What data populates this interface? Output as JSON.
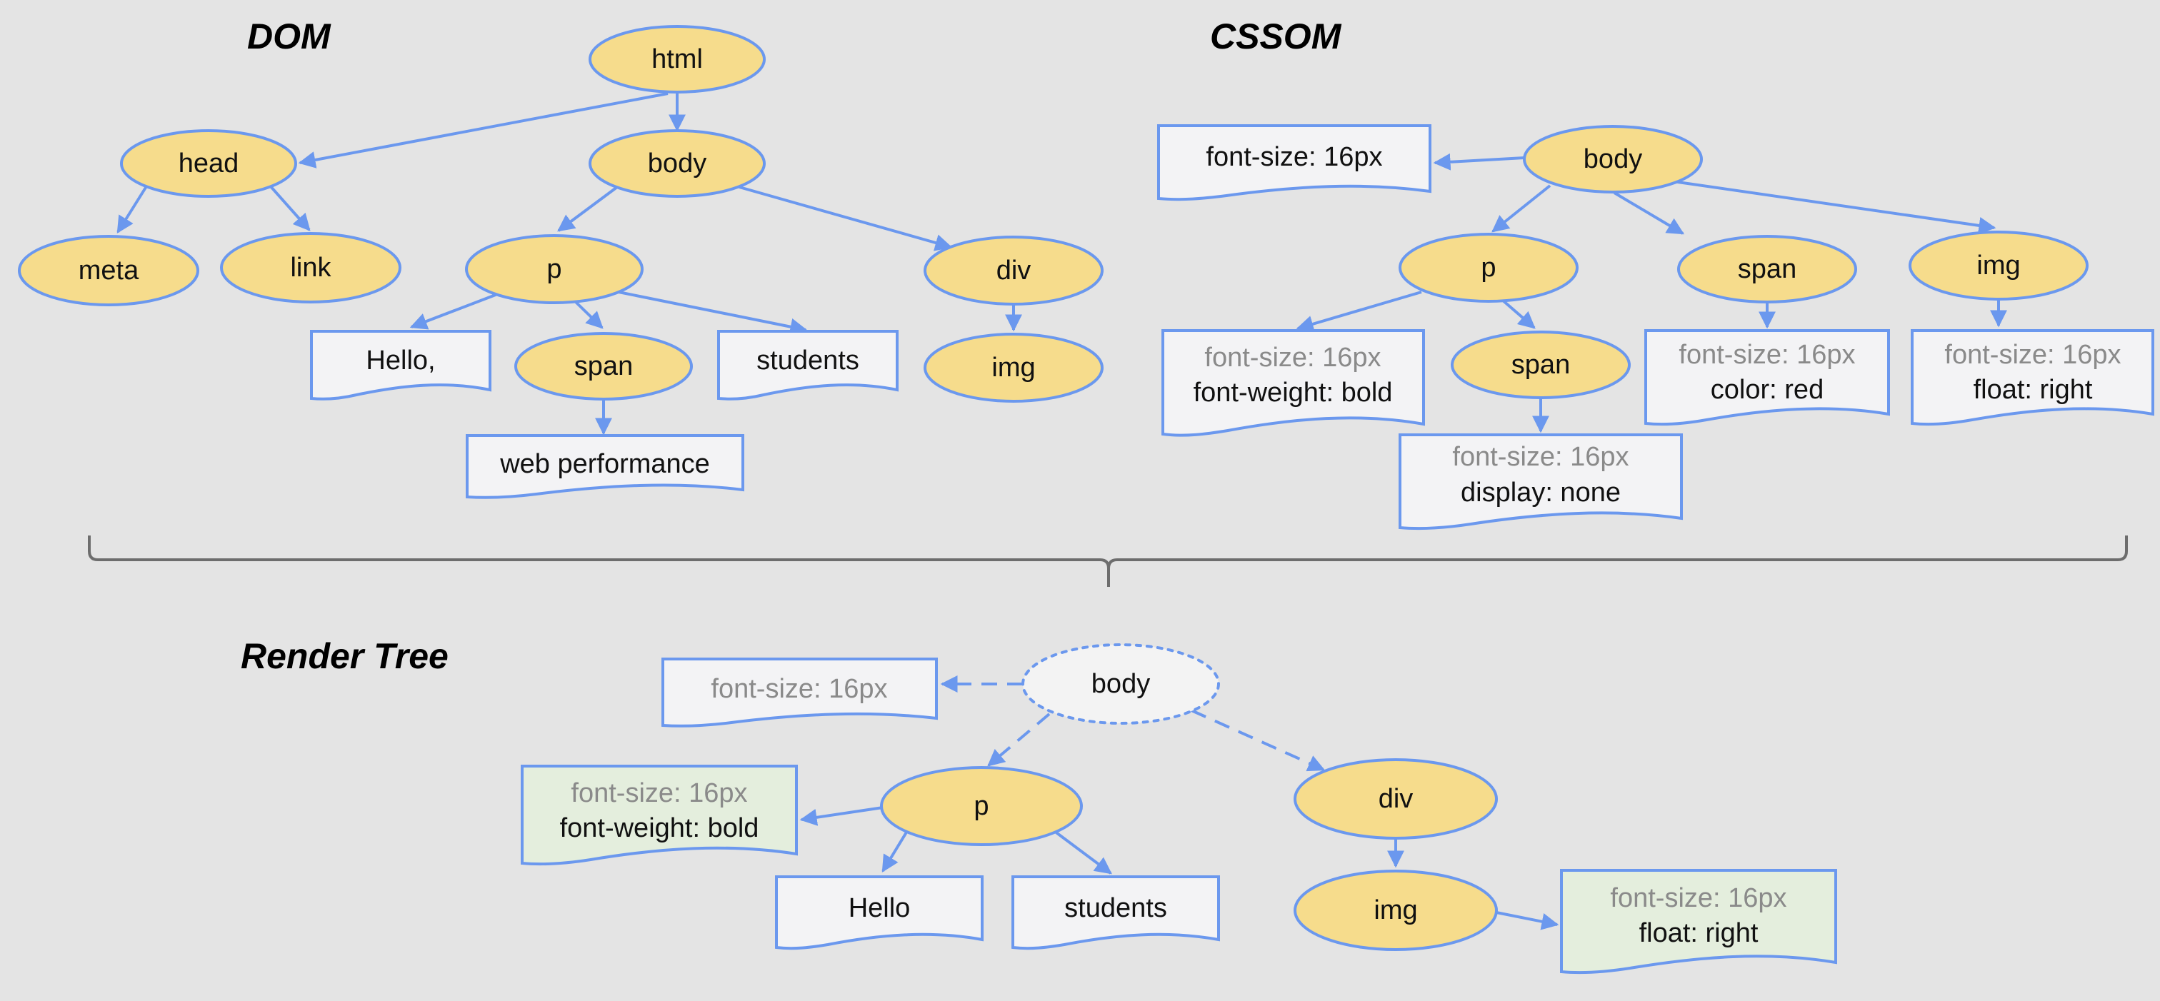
{
  "sections": {
    "dom": "DOM",
    "cssom": "CSSOM",
    "render_tree": "Render Tree"
  },
  "dom": {
    "html": "html",
    "head": "head",
    "body": "body",
    "meta": "meta",
    "link": "link",
    "p": "p",
    "div": "div",
    "hello": "Hello,",
    "span": "span",
    "students": "students",
    "img": "img",
    "web_performance": "web performance"
  },
  "cssom": {
    "body": "body",
    "body_style": "font-size: 16px",
    "p": "p",
    "span_a": "span",
    "img": "img",
    "p_style": [
      "font-size: 16px",
      "font-weight: bold"
    ],
    "span_b": "span",
    "span_a_style": [
      "font-size: 16px",
      "color: red"
    ],
    "img_style": [
      "font-size: 16px",
      "float: right"
    ],
    "span_b_style": [
      "font-size: 16px",
      "display: none"
    ]
  },
  "render": {
    "body_style": "font-size: 16px",
    "body": "body",
    "p_style": [
      "font-size: 16px",
      "font-weight: bold"
    ],
    "p": "p",
    "div": "div",
    "hello": "Hello",
    "students": "students",
    "img": "img",
    "img_style": [
      "font-size: 16px",
      "float: right"
    ]
  },
  "colors": {
    "node_fill": "#f6dc8c",
    "stroke": "#6b98ee",
    "doc_fill": "#f3f3f5",
    "render_doc_fill": "#e4eedd",
    "inherited_text": "#8a8a8a",
    "background": "#e4e4e4"
  }
}
